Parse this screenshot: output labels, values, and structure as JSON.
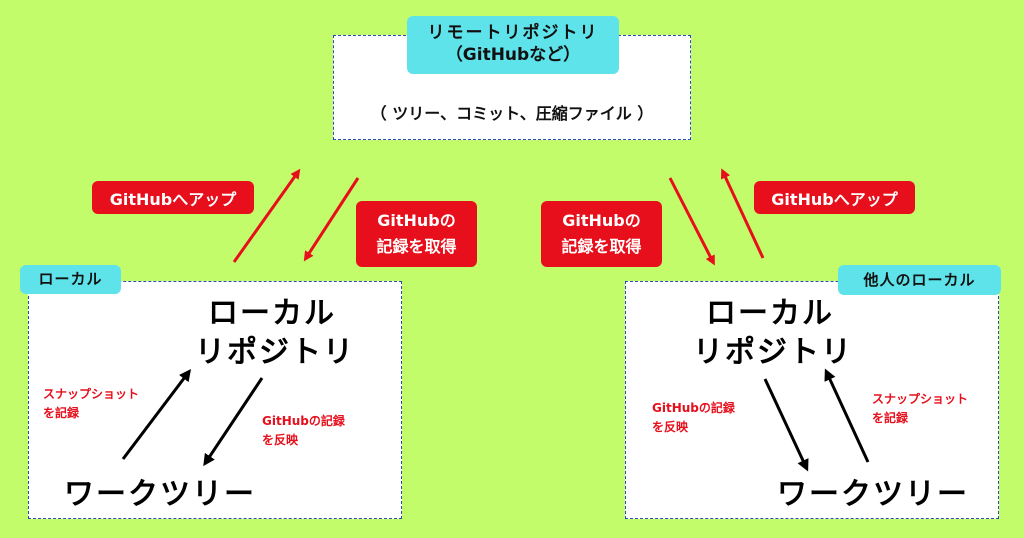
{
  "remote": {
    "title_line1": "リモートリポジトリ",
    "title_line2": "（GitHubなど）",
    "contents": "（ ツリー、コミット、圧縮ファイル ）"
  },
  "left": {
    "tag": "ローカル",
    "repo_line1": "ローカル",
    "repo_line2": "リポジトリ",
    "worktree": "ワークツリー",
    "note_snapshot_line1": "スナップショット",
    "note_snapshot_line2": "を記録",
    "note_reflect_line1": "GitHubの記録",
    "note_reflect_line2": "を反映",
    "push_label": "GitHubへアップ",
    "fetch_line1": "GitHubの",
    "fetch_line2": "記録を取得"
  },
  "right": {
    "tag": "他人のローカル",
    "repo_line1": "ローカル",
    "repo_line2": "リポジトリ",
    "worktree": "ワークツリー",
    "note_snapshot_line1": "スナップショット",
    "note_snapshot_line2": "を記録",
    "note_reflect_line1": "GitHubの記録",
    "note_reflect_line2": "を反映",
    "push_label": "GitHubへアップ",
    "fetch_line1": "GitHubの",
    "fetch_line2": "記録を取得"
  },
  "colors": {
    "background": "#c2fc6a",
    "accent_red": "#e60f1b",
    "tag_cyan": "#5ee3ea",
    "box_border": "#2a4bb8"
  }
}
